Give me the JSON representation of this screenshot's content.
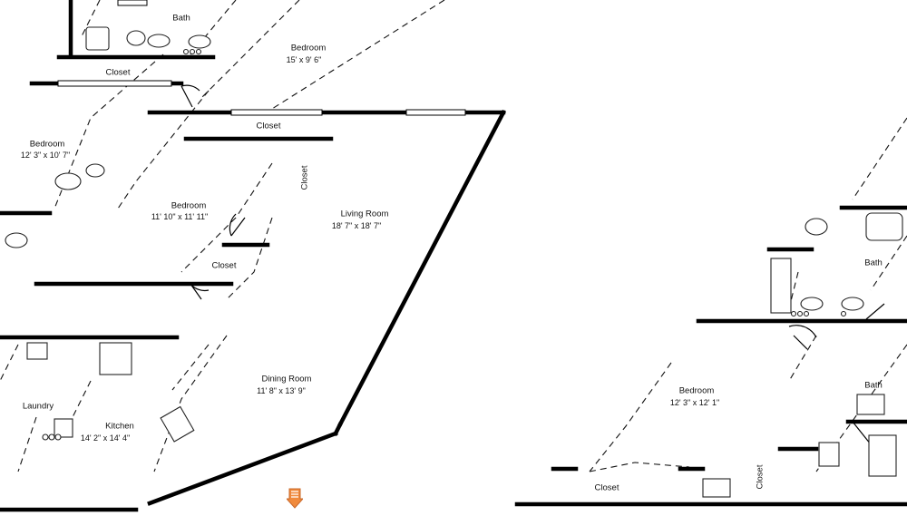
{
  "rooms": {
    "bath_top": {
      "name": "Bath"
    },
    "bedroom_top": {
      "name": "Bedroom",
      "size": "15' x 9' 6\""
    },
    "closet_top": {
      "name": "Closet"
    },
    "closet_living": {
      "name": "Closet"
    },
    "bedroom_left": {
      "name": "Bedroom",
      "size": "12' 3\" x 10' 7\""
    },
    "bedroom_center": {
      "name": "Bedroom",
      "size": "11' 10\" x 11' 11\""
    },
    "closet_vertical": {
      "name": "Closet"
    },
    "living_room": {
      "name": "Living Room",
      "size": "18' 7\" x 18' 7\""
    },
    "closet_center": {
      "name": "Closet"
    },
    "dining_room": {
      "name": "Dining Room",
      "size": "11' 8\" x 13' 9\""
    },
    "laundry": {
      "name": "Laundry"
    },
    "kitchen": {
      "name": "Kitchen",
      "size": "14' 2\" x 14' 4\""
    },
    "bath_right_upper": {
      "name": "Bath"
    },
    "bath_right_lower": {
      "name": "Bath"
    },
    "bedroom_right": {
      "name": "Bedroom",
      "size": "12' 3\" x 12' 1\""
    },
    "closet_bottom": {
      "name": "Closet"
    },
    "closet_right_vertical": {
      "name": "Closet"
    }
  },
  "compass": {
    "icon": "north-arrow-icon",
    "color": "#f08a3c"
  }
}
